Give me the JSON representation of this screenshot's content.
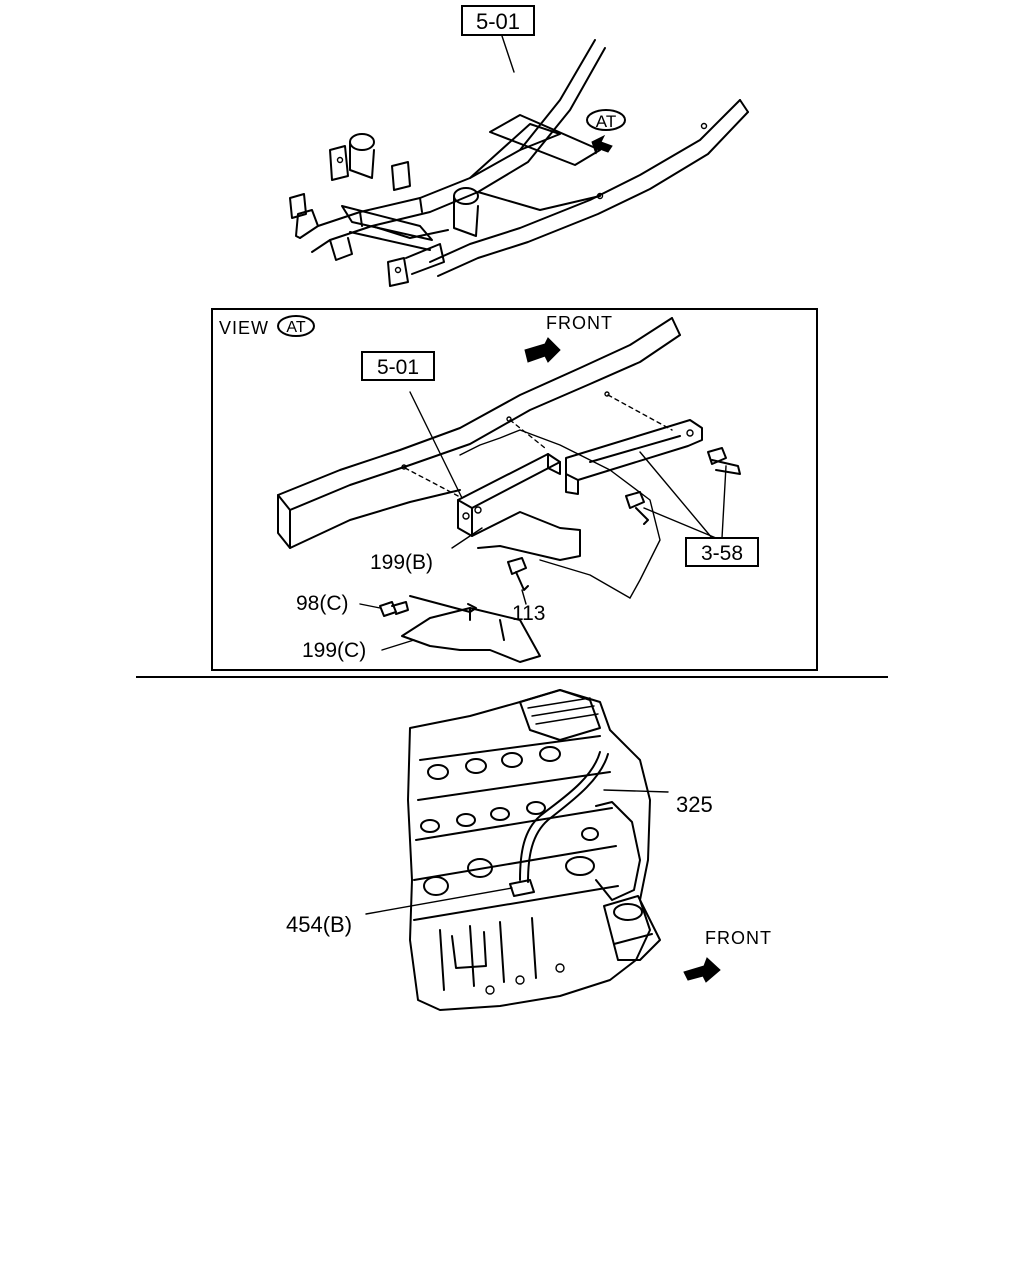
{
  "top": {
    "ref_box": "5-01",
    "view_tag": "AT"
  },
  "view_panel": {
    "view_prefix": "VIEW",
    "view_tag": "AT",
    "front_label": "FRONT",
    "ref_box_frame": "5-01",
    "ref_box_bolts": "3-58",
    "callouts": [
      "199(B)",
      "113",
      "98(C)",
      "199(C)"
    ]
  },
  "engine": {
    "callouts": [
      "325",
      "454(B)"
    ],
    "front_label": "FRONT"
  }
}
